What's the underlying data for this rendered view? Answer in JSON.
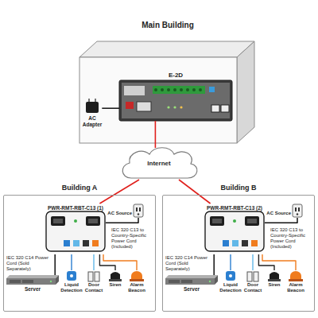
{
  "diagram": {
    "nodes": [
      {
        "text": [
          "Main Building"
        ]
      },
      {
        "text": [
          "E-2D"
        ],
        "in": 0
      },
      {
        "text": [
          "AC Adapter"
        ],
        "in": 0
      },
      {
        "text": [
          "Internet"
        ]
      },
      {
        "text": [
          "Building A"
        ]
      },
      {
        "text": [
          "PWR-RMT-RBT-C13 (1)"
        ],
        "in": 4
      },
      {
        "text": [
          "AC Source"
        ],
        "in": 4
      },
      {
        "text": [
          "Server"
        ],
        "in": 4
      },
      {
        "text": [
          "Liquid Detection"
        ],
        "in": 4
      },
      {
        "text": [
          "Door Contact"
        ],
        "in": 4
      },
      {
        "text": [
          "Siren"
        ],
        "in": 4
      },
      {
        "text": [
          "Alarm Beacon"
        ],
        "in": 4
      },
      {
        "text": [
          "Building B"
        ]
      },
      {
        "text": [
          "PWR-RMT-RBT-C13 (2)"
        ],
        "in": 12
      },
      {
        "text": [
          "AC Source"
        ],
        "in": 12
      },
      {
        "text": [
          "Server"
        ],
        "in": 12
      },
      {
        "text": [
          "Liquid Detection"
        ],
        "in": 12
      },
      {
        "text": [
          "Door Contact"
        ],
        "in": 12
      },
      {
        "text": [
          "Siren"
        ],
        "in": 12
      },
      {
        "text": [
          "Alarm Beacon"
        ],
        "in": 12
      }
    ],
    "edges": [
      {
        "from": 2,
        "to": 1,
        "arrow": "none"
      },
      {
        "from": 1,
        "to": 3,
        "arrow": "none"
      },
      {
        "from": 3,
        "to": 5,
        "arrow": "none"
      },
      {
        "from": 3,
        "to": 13,
        "arrow": "none"
      },
      {
        "from": 5,
        "to": 6,
        "arrow": "none"
      },
      {
        "from": 5,
        "to": 7,
        "arrow": "none"
      },
      {
        "from": 5,
        "to": 8,
        "arrow": "none"
      },
      {
        "from": 5,
        "to": 9,
        "arrow": "none"
      },
      {
        "from": 5,
        "to": 10,
        "arrow": "none"
      },
      {
        "from": 5,
        "to": 11,
        "arrow": "none"
      },
      {
        "from": 13,
        "to": 14,
        "arrow": "none"
      },
      {
        "from": 13,
        "to": 15,
        "arrow": "none"
      },
      {
        "from": 13,
        "to": 16,
        "arrow": "none"
      },
      {
        "from": 13,
        "to": 17,
        "arrow": "none"
      },
      {
        "from": 13,
        "to": 18,
        "arrow": "none"
      },
      {
        "from": 13,
        "to": 19,
        "arrow": "none"
      }
    ],
    "labels": [
      "IEC 320 C13 to Country-Specific Power Cord (Included)",
      "IEC 320 C14 Power Cord (Sold Separately)",
      "IEC 320 C13 to Country-Specific Power Cord (Included)",
      "IEC 320 C14 Power Cord (Sold Separately)"
    ]
  }
}
